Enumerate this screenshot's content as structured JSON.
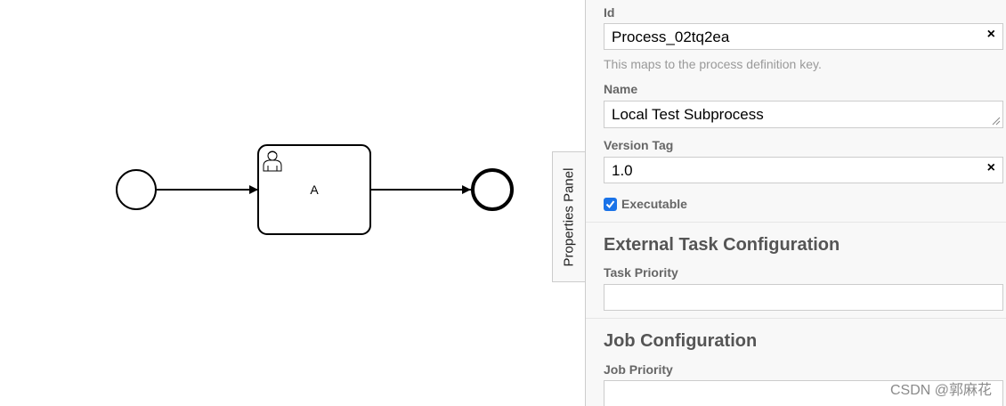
{
  "diagram": {
    "task_label": "A"
  },
  "panel_toggle": {
    "label": "Properties Panel"
  },
  "panel": {
    "id_label": "Id",
    "id_value": "Process_02tq2ea",
    "id_hint": "This maps to the process definition key.",
    "name_label": "Name",
    "name_value": "Local Test Subprocess",
    "version_tag_label": "Version Tag",
    "version_tag_value": "1.0",
    "executable_label": "Executable",
    "executable_checked": true,
    "external_task_title": "External Task Configuration",
    "task_priority_label": "Task Priority",
    "task_priority_value": "",
    "job_config_title": "Job Configuration",
    "job_priority_label": "Job Priority",
    "job_priority_value": "",
    "clear_symbol": "×"
  },
  "watermark": "CSDN @郭麻花",
  "colors": {
    "checkbox": "#1a73e8",
    "panel_bg": "#f8f8f8",
    "label_text": "#666666",
    "hint_text": "#999999"
  }
}
